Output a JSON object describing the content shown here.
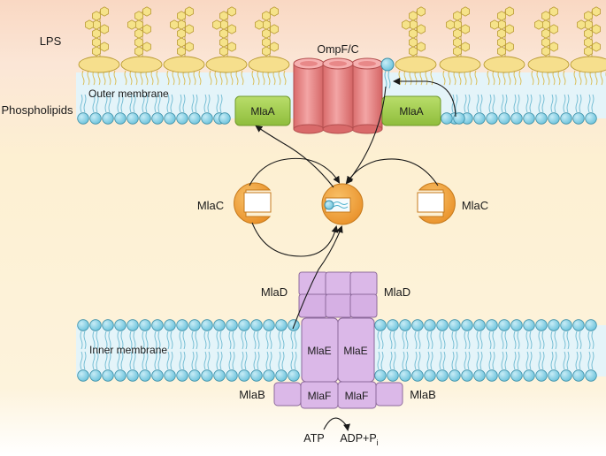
{
  "labels": {
    "lps": "LPS",
    "phospholipids": "Phospholipids",
    "outer_membrane": "Outer membrane",
    "inner_membrane": "Inner membrane",
    "ompfc": "OmpF/C",
    "mlaA_left": "MlaA",
    "mlaA_right": "MlaA",
    "mlaC_left": "MlaC",
    "mlaC_right": "MlaC",
    "mlaD_left": "MlaD",
    "mlaD_right": "MlaD",
    "mlaE_left": "MlaE",
    "mlaE_right": "MlaE",
    "mlaF_left": "MlaF",
    "mlaF_right": "MlaF",
    "mlaB_left": "MlaB",
    "mlaB_right": "MlaB",
    "atp": "ATP",
    "adp": "ADP+P",
    "adp_sub": "i"
  },
  "colors": {
    "periplasm": "#fdf0d2",
    "lps_top": "#f9dcc4",
    "membrane_fill": "#d8f0f8",
    "lipid_head": "#8fd3e6",
    "lipid_head_stroke": "#3b8fa8",
    "lipid_tail": "#6cb9d1",
    "lps_oval": "#f6df8d",
    "lps_hex": "#f6e38a",
    "ompfc": "#ec8f8f",
    "mlaA": "#a7cf55",
    "mlaC": "#f2a43c",
    "mla_complex": "#dbb8e8",
    "mla_complex_stroke": "#8d6a9c"
  }
}
